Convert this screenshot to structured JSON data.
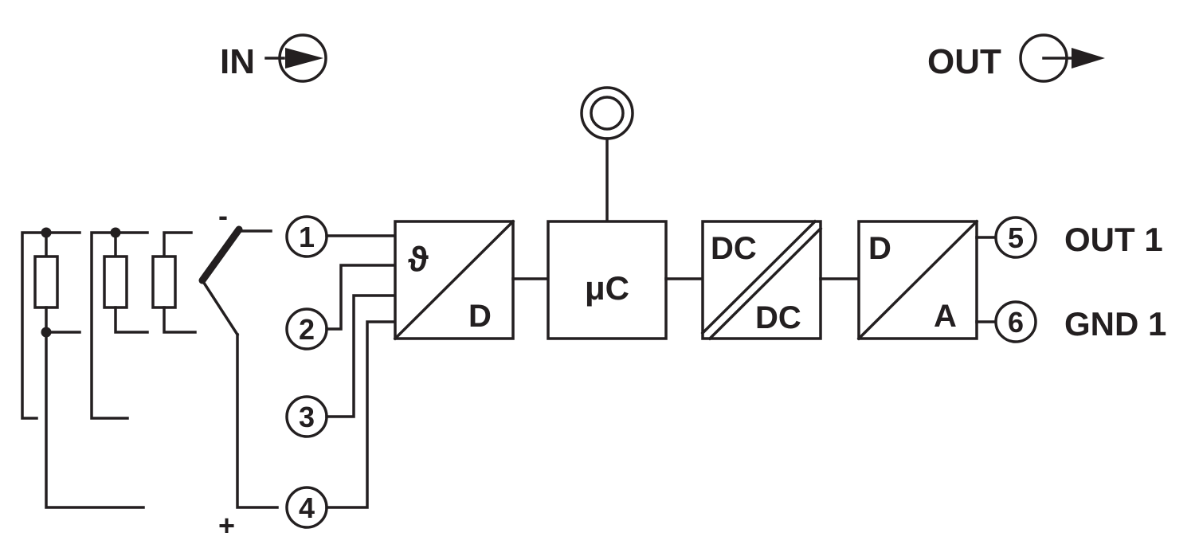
{
  "header": {
    "in_label": "IN",
    "out_label": "OUT"
  },
  "blocks": {
    "adc": {
      "top": "ϑ",
      "bottom": "D"
    },
    "mcu": {
      "label": "μC"
    },
    "dcdc": {
      "top": "DC",
      "bottom": "DC"
    },
    "dac": {
      "top": "D",
      "bottom": "A"
    }
  },
  "terminals": {
    "t1": "1",
    "t2": "2",
    "t3": "3",
    "t4": "4",
    "t5": "5",
    "t6": "6"
  },
  "outputs": {
    "out1": "OUT 1",
    "gnd1": "GND 1"
  },
  "thermocouple": {
    "minus": "-",
    "plus": "+"
  },
  "colors": {
    "line": "#231f20",
    "background": "#ffffff"
  }
}
